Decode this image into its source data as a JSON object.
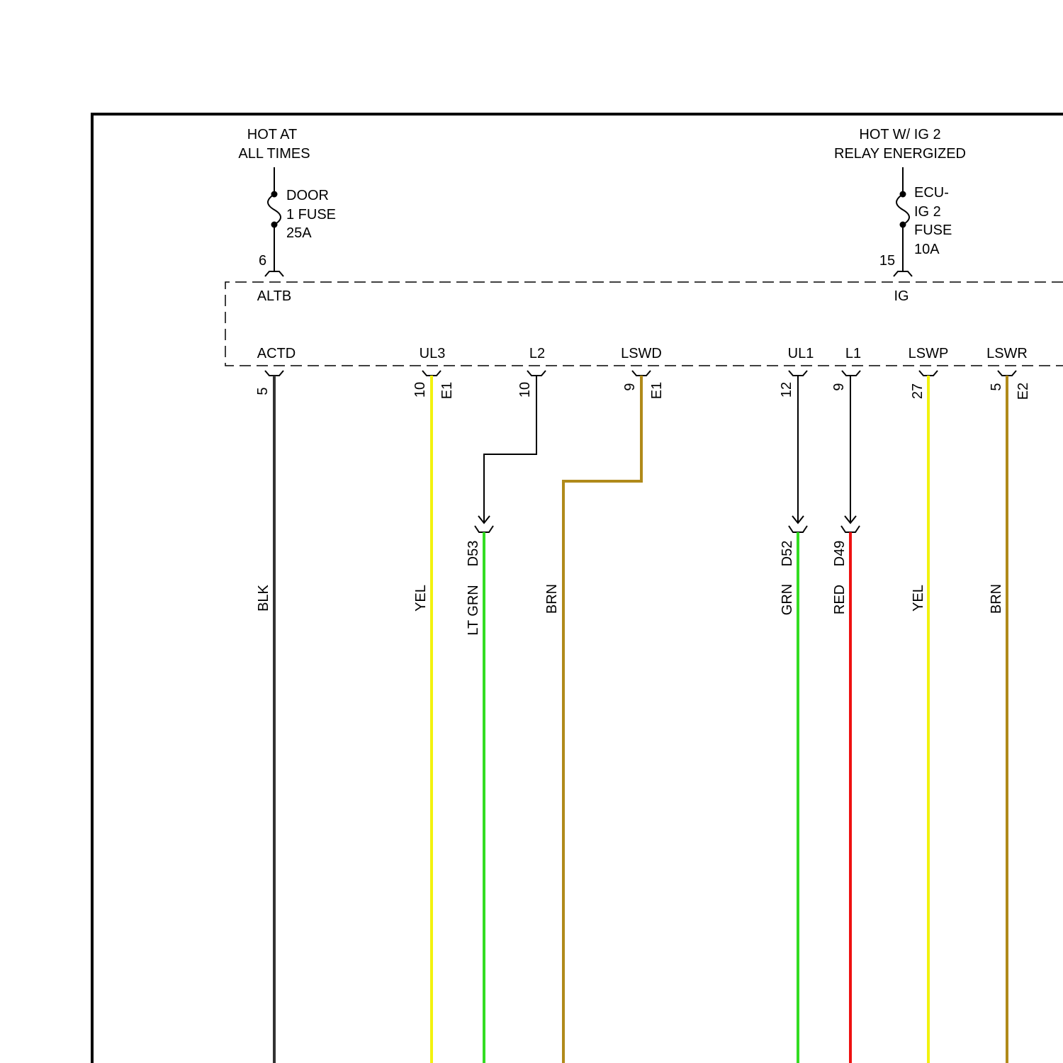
{
  "power_sources": {
    "altb_source": {
      "lines": [
        "HOT AT",
        "ALL TIMES"
      ]
    },
    "ig_source": {
      "lines": [
        "HOT W/ IG 2",
        "RELAY ENERGIZED"
      ]
    }
  },
  "fuses": {
    "door_fuse": {
      "lines": [
        "DOOR",
        "1 FUSE",
        "25A"
      ],
      "pin": "6"
    },
    "ecu_fuse": {
      "lines": [
        "ECU-",
        "IG 2",
        "FUSE",
        "10A"
      ],
      "pin": "15"
    }
  },
  "module": {
    "top_terminals": [
      "ALTB",
      "IG"
    ],
    "bottom_terminals": [
      "ACTD",
      "UL3",
      "L2",
      "LSWD",
      "UL1",
      "L1",
      "LSWP",
      "LSWR"
    ]
  },
  "wires": [
    {
      "terminal": "ACTD",
      "pin": "5",
      "connector": "",
      "splice": "",
      "color_label": "BLK",
      "color": "#333333"
    },
    {
      "terminal": "UL3",
      "pin": "10",
      "connector": "E1",
      "splice": "",
      "color_label": "YEL",
      "color": "#f2f20e"
    },
    {
      "terminal": "L2",
      "pin": "10",
      "connector": "",
      "splice": "D53",
      "color_label": "LT GRN",
      "color": "#33dd22"
    },
    {
      "terminal": "LSWD",
      "pin": "9",
      "connector": "E1",
      "splice": "",
      "color_label": "BRN",
      "color": "#b08a1a"
    },
    {
      "terminal": "UL1",
      "pin": "12",
      "connector": "",
      "splice": "D52",
      "color_label": "GRN",
      "color": "#33dd22"
    },
    {
      "terminal": "L1",
      "pin": "9",
      "connector": "",
      "splice": "D49",
      "color_label": "RED",
      "color": "#ee1111"
    },
    {
      "terminal": "LSWP",
      "pin": "27",
      "connector": "",
      "splice": "",
      "color_label": "YEL",
      "color": "#f2f20e"
    },
    {
      "terminal": "LSWR",
      "pin": "5",
      "connector": "E2",
      "splice": "",
      "color_label": "BRN",
      "color": "#b08a1a"
    }
  ]
}
